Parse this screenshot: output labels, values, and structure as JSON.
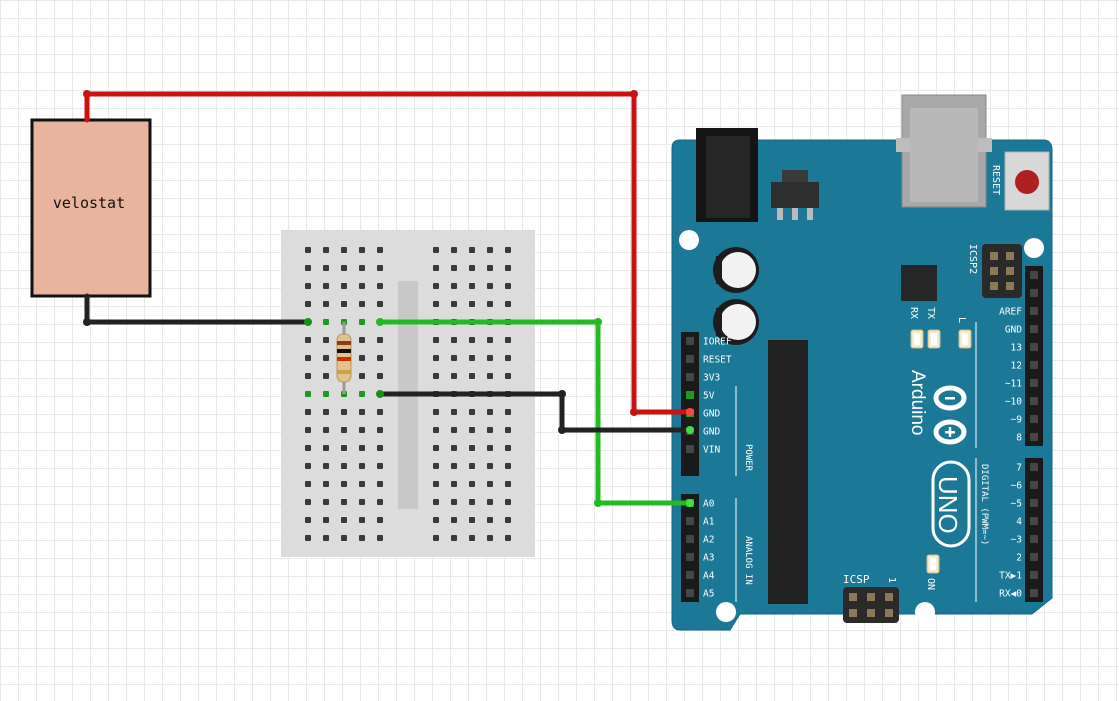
{
  "velostat": {
    "label": "velostat"
  },
  "board": {
    "brand": "Arduino",
    "model": "UNO",
    "reset_label": "RESET",
    "icsp_label": "ICSP",
    "icsp2_label": "ICSP2",
    "icsp_pin1": "1",
    "tx_label": "TX",
    "rx_label": "RX",
    "l_label": "L",
    "on_label": "ON",
    "power_group_label": "POWER",
    "analog_group_label": "ANALOG IN",
    "digital_group_label": "DIGITAL (PWM=~)",
    "power_pins": [
      "IOREF",
      "RESET",
      "3V3",
      "5V",
      "GND",
      "GND",
      "VIN"
    ],
    "analog_pins": [
      "A0",
      "A1",
      "A2",
      "A3",
      "A4",
      "A5"
    ],
    "digital_top_pins": [
      "AREF",
      "GND",
      "13",
      "12",
      "~11",
      "~10",
      "~9",
      "8"
    ],
    "digital_bottom_pins": [
      "7",
      "~6",
      "~5",
      "4",
      "~3",
      "2",
      "TX▶1",
      "RX◀0"
    ]
  },
  "colors": {
    "wire_5v": "#cc1111",
    "wire_gnd": "#222222",
    "wire_signal": "#22bb22",
    "board": "#1b7896",
    "velostat": "#e8b49e"
  }
}
